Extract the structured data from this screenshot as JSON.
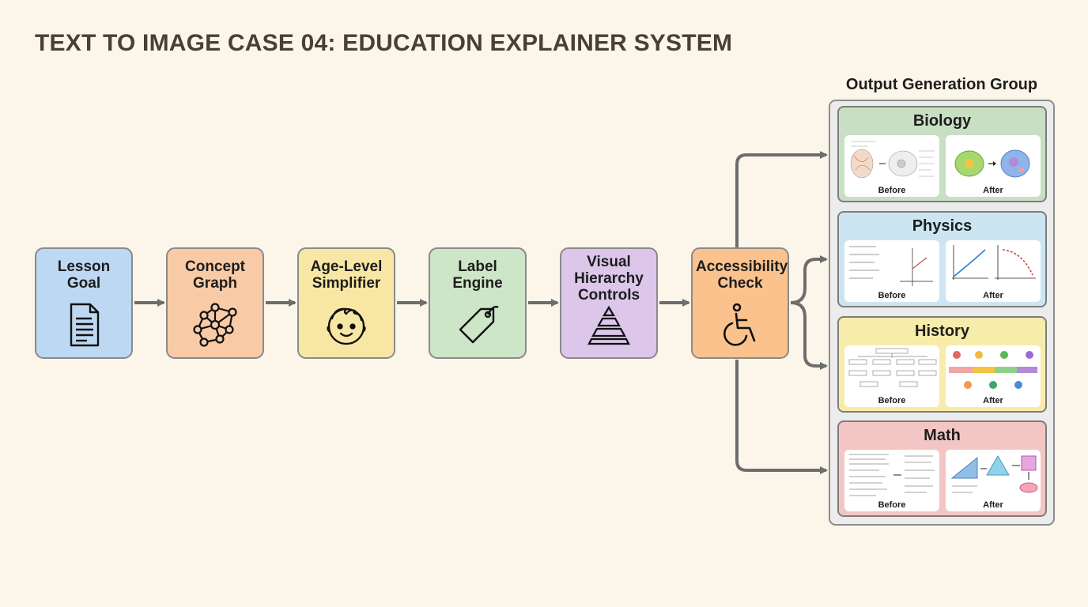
{
  "title": "TEXT TO IMAGE CASE 04: EDUCATION EXPLAINER SYSTEM",
  "stages": [
    {
      "label": "Lesson\nGoal",
      "icon": "document-icon",
      "color": "#bcd8f2"
    },
    {
      "label": "Concept\nGraph",
      "icon": "network-graph-icon",
      "color": "#f8cba6"
    },
    {
      "label": "Age-Level\nSimplifier",
      "icon": "child-face-icon",
      "color": "#f8e7a4"
    },
    {
      "label": "Label\nEngine",
      "icon": "tag-icon",
      "color": "#cde6c7"
    },
    {
      "label": "Visual\nHierarchy\nControls",
      "icon": "pyramid-icon",
      "color": "#dcc6ea"
    },
    {
      "label": "Accessibility\nCheck",
      "icon": "wheelchair-icon",
      "color": "#fbc28d"
    }
  ],
  "output_group": {
    "title": "Output Generation Group",
    "cards": [
      {
        "name": "Biology",
        "color": "#c9dfc3",
        "before": "Before",
        "after": "After",
        "before_icon": "messy-cell-diagram-icon",
        "after_icon": "clean-cell-diagram-icon"
      },
      {
        "name": "Physics",
        "color": "#cbe6f2",
        "before": "Before",
        "after": "After",
        "before_icon": "equations-graph-icon",
        "after_icon": "clean-motion-graph-icon"
      },
      {
        "name": "History",
        "color": "#f8ecaa",
        "before": "Before",
        "after": "After",
        "before_icon": "dense-flowchart-icon",
        "after_icon": "timeline-icon"
      },
      {
        "name": "Math",
        "color": "#f3c6c5",
        "before": "Before",
        "after": "After",
        "before_icon": "dense-text-icon",
        "after_icon": "shapes-icon"
      }
    ]
  },
  "colors": {
    "background": "#fbf6e9",
    "arrow": "#6d6d6d",
    "border": "#8a8a8a"
  }
}
